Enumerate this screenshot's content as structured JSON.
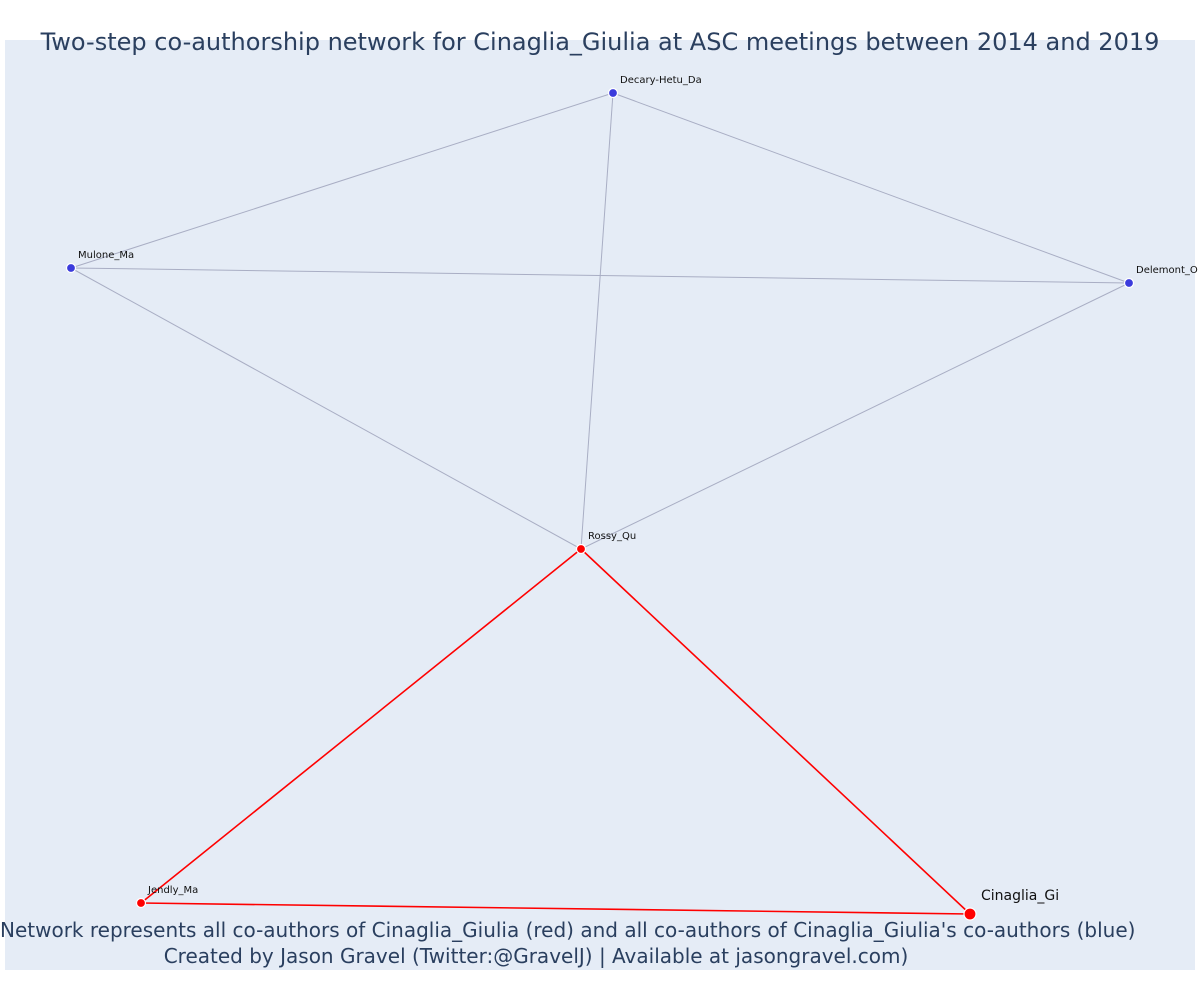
{
  "title": "Two-step co-authorship network for Cinaglia_Giulia at ASC meetings between 2014 and 2019",
  "captions": {
    "line1": "Network represents all co-authors of Cinaglia_Giulia (red) and all co-authors of Cinaglia_Giulia's co-authors (blue)",
    "line2": "Created by Jason Gravel (Twitter:@GravelJ) | Available at jasongravel.com)"
  },
  "colors": {
    "background": "#e5ecf6",
    "focal_group": "#ff0000",
    "second_step": "#3b3bdc",
    "edge_second_step": "#a9aec4",
    "edge_focal": "#ff0000"
  },
  "nodes": [
    {
      "id": "Decary-Hetu_Da",
      "label": "Decary-Hetu_Da",
      "group": "blue"
    },
    {
      "id": "Mulone_Ma",
      "label": "Mulone_Ma",
      "group": "blue"
    },
    {
      "id": "Delemont_O",
      "label": "Delemont_O",
      "group": "blue"
    },
    {
      "id": "Rossy_Qu",
      "label": "Rossy_Qu",
      "group": "red"
    },
    {
      "id": "Jendly_Ma",
      "label": "Jendly_Ma",
      "group": "red"
    },
    {
      "id": "Cinaglia_Gi",
      "label": "Cinaglia_Gi",
      "group": "red",
      "focal": true
    }
  ],
  "edges": [
    {
      "source": "Decary-Hetu_Da",
      "target": "Mulone_Ma",
      "type": "blue"
    },
    {
      "source": "Decary-Hetu_Da",
      "target": "Delemont_O",
      "type": "blue"
    },
    {
      "source": "Decary-Hetu_Da",
      "target": "Rossy_Qu",
      "type": "blue"
    },
    {
      "source": "Mulone_Ma",
      "target": "Delemont_O",
      "type": "blue"
    },
    {
      "source": "Mulone_Ma",
      "target": "Rossy_Qu",
      "type": "blue"
    },
    {
      "source": "Delemont_O",
      "target": "Rossy_Qu",
      "type": "blue"
    },
    {
      "source": "Rossy_Qu",
      "target": "Jendly_Ma",
      "type": "red"
    },
    {
      "source": "Rossy_Qu",
      "target": "Cinaglia_Gi",
      "type": "red"
    },
    {
      "source": "Jendly_Ma",
      "target": "Cinaglia_Gi",
      "type": "red"
    }
  ]
}
